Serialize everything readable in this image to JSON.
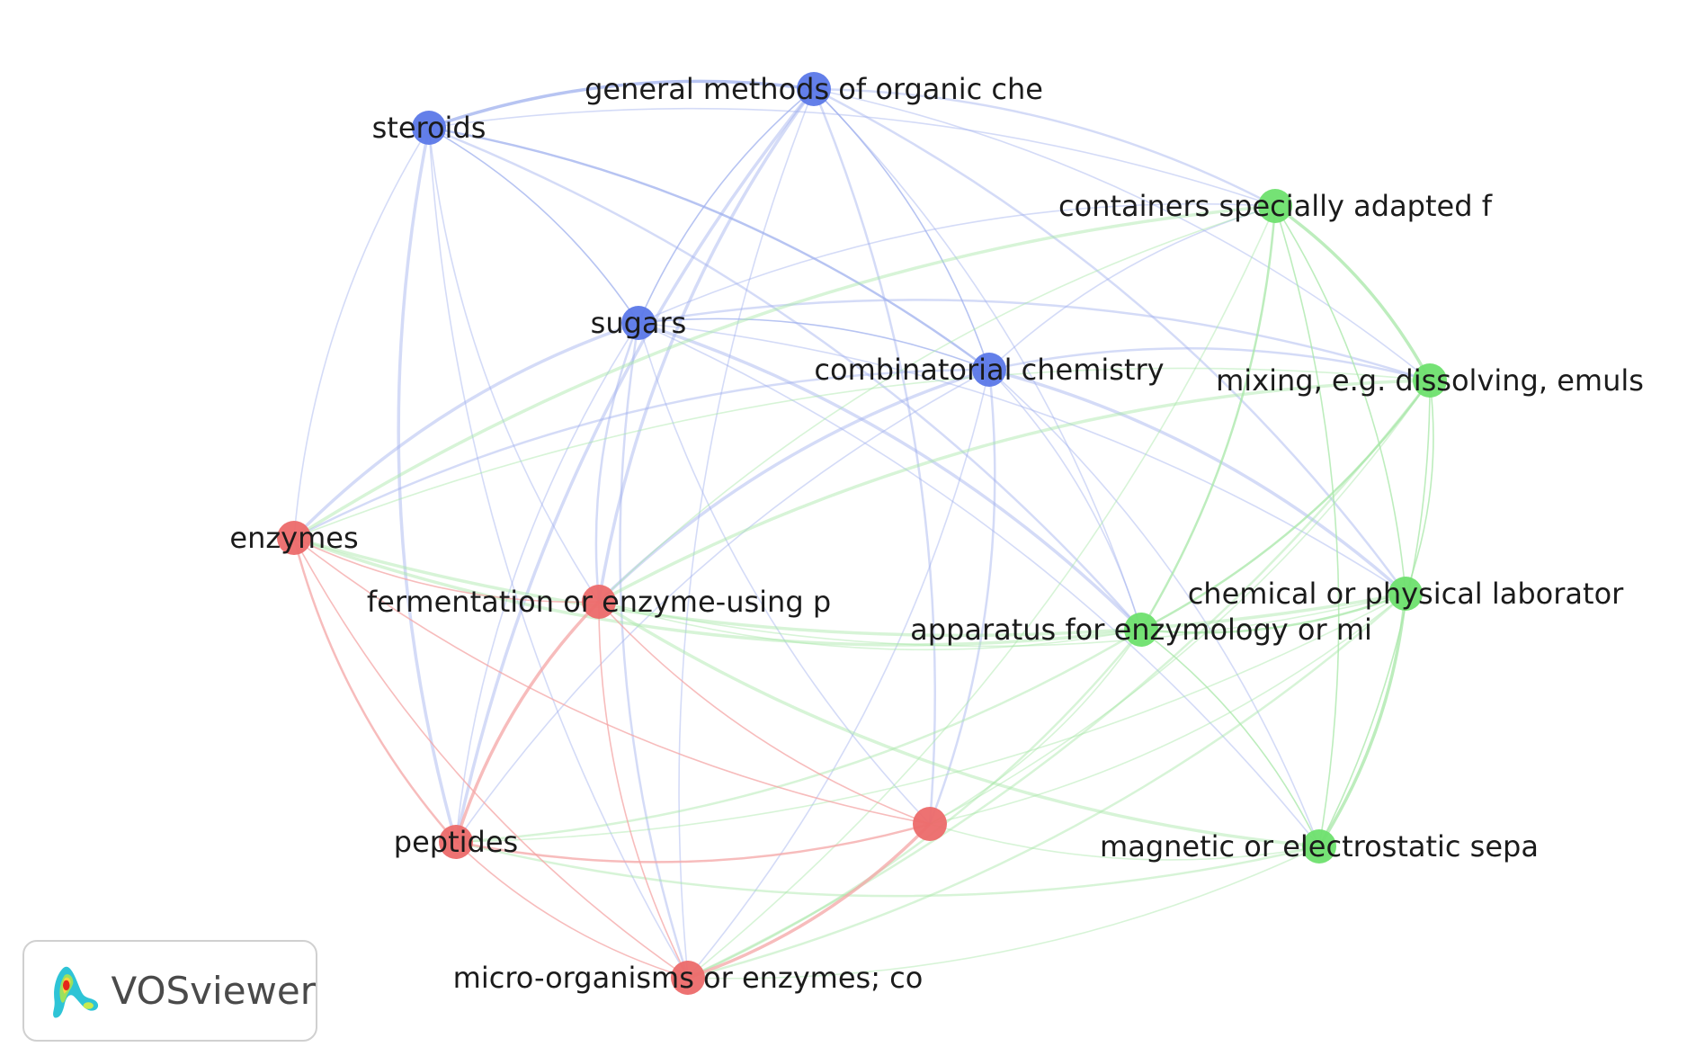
{
  "app": {
    "logo_text": "VOSviewer"
  },
  "clusters": {
    "blue": {
      "color": "#5b78e8",
      "edge": "#9fb0ee"
    },
    "red": {
      "color": "#ec6a6a",
      "edge": "#f4a6a6"
    },
    "green": {
      "color": "#6ee06e",
      "edge": "#a7e7a7"
    }
  },
  "nodes": [
    {
      "id": "general-methods",
      "label": "general methods of organic che",
      "cluster": "blue"
    },
    {
      "id": "steroids",
      "label": "steroids",
      "cluster": "blue"
    },
    {
      "id": "sugars",
      "label": "sugars",
      "cluster": "blue"
    },
    {
      "id": "combinatorial",
      "label": "combinatorial chemistry",
      "cluster": "blue"
    },
    {
      "id": "containers",
      "label": "containers specially adapted f",
      "cluster": "green"
    },
    {
      "id": "mixing",
      "label": "mixing, e.g. dissolving, emuls",
      "cluster": "green"
    },
    {
      "id": "chemical-lab",
      "label": "chemical or physical laborator",
      "cluster": "green"
    },
    {
      "id": "apparatus",
      "label": "apparatus for enzymology or mi",
      "cluster": "green"
    },
    {
      "id": "magnetic",
      "label": "magnetic or electrostatic sepa",
      "cluster": "green"
    },
    {
      "id": "enzymes",
      "label": "enzymes",
      "cluster": "red"
    },
    {
      "id": "fermentation",
      "label": "fermentation or enzyme-using p",
      "cluster": "red"
    },
    {
      "id": "peptides",
      "label": "peptides",
      "cluster": "red"
    },
    {
      "id": "unlabeled",
      "label": "",
      "cluster": "red"
    },
    {
      "id": "micro-organisms",
      "label": "micro-organisms or enzymes; co",
      "cluster": "red"
    }
  ],
  "edges": [
    [
      "general-methods",
      "steroids"
    ],
    [
      "general-methods",
      "sugars"
    ],
    [
      "general-methods",
      "combinatorial"
    ],
    [
      "general-methods",
      "containers"
    ],
    [
      "general-methods",
      "mixing"
    ],
    [
      "general-methods",
      "fermentation"
    ],
    [
      "general-methods",
      "unlabeled"
    ],
    [
      "general-methods",
      "micro-organisms"
    ],
    [
      "general-methods",
      "apparatus"
    ],
    [
      "general-methods",
      "chemical-lab"
    ],
    [
      "general-methods",
      "peptides"
    ],
    [
      "steroids",
      "sugars"
    ],
    [
      "steroids",
      "combinatorial"
    ],
    [
      "steroids",
      "enzymes"
    ],
    [
      "steroids",
      "fermentation"
    ],
    [
      "steroids",
      "peptides"
    ],
    [
      "steroids",
      "micro-organisms"
    ],
    [
      "steroids",
      "containers"
    ],
    [
      "steroids",
      "apparatus"
    ],
    [
      "sugars",
      "combinatorial"
    ],
    [
      "sugars",
      "enzymes"
    ],
    [
      "sugars",
      "fermentation"
    ],
    [
      "sugars",
      "peptides"
    ],
    [
      "sugars",
      "unlabeled"
    ],
    [
      "sugars",
      "micro-organisms"
    ],
    [
      "sugars",
      "apparatus"
    ],
    [
      "sugars",
      "chemical-lab"
    ],
    [
      "sugars",
      "mixing"
    ],
    [
      "sugars",
      "containers"
    ],
    [
      "sugars",
      "magnetic"
    ],
    [
      "combinatorial",
      "fermentation"
    ],
    [
      "combinatorial",
      "peptides"
    ],
    [
      "combinatorial",
      "micro-organisms"
    ],
    [
      "combinatorial",
      "unlabeled"
    ],
    [
      "combinatorial",
      "apparatus"
    ],
    [
      "combinatorial",
      "chemical-lab"
    ],
    [
      "combinatorial",
      "mixing"
    ],
    [
      "combinatorial",
      "containers"
    ],
    [
      "combinatorial",
      "magnetic"
    ],
    [
      "combinatorial",
      "enzymes"
    ],
    [
      "containers",
      "mixing"
    ],
    [
      "containers",
      "chemical-lab"
    ],
    [
      "containers",
      "apparatus"
    ],
    [
      "containers",
      "magnetic"
    ],
    [
      "containers",
      "fermentation"
    ],
    [
      "containers",
      "enzymes"
    ],
    [
      "containers",
      "micro-organisms"
    ],
    [
      "mixing",
      "chemical-lab"
    ],
    [
      "mixing",
      "apparatus"
    ],
    [
      "mixing",
      "magnetic"
    ],
    [
      "mixing",
      "fermentation"
    ],
    [
      "mixing",
      "micro-organisms"
    ],
    [
      "mixing",
      "unlabeled"
    ],
    [
      "mixing",
      "enzymes"
    ],
    [
      "chemical-lab",
      "apparatus"
    ],
    [
      "chemical-lab",
      "magnetic"
    ],
    [
      "chemical-lab",
      "unlabeled"
    ],
    [
      "chemical-lab",
      "micro-organisms"
    ],
    [
      "chemical-lab",
      "fermentation"
    ],
    [
      "chemical-lab",
      "peptides"
    ],
    [
      "chemical-lab",
      "enzymes"
    ],
    [
      "apparatus",
      "magnetic"
    ],
    [
      "apparatus",
      "unlabeled"
    ],
    [
      "apparatus",
      "micro-organisms"
    ],
    [
      "apparatus",
      "fermentation"
    ],
    [
      "apparatus",
      "enzymes"
    ],
    [
      "apparatus",
      "peptides"
    ],
    [
      "magnetic",
      "unlabeled"
    ],
    [
      "magnetic",
      "micro-organisms"
    ],
    [
      "magnetic",
      "peptides"
    ],
    [
      "magnetic",
      "fermentation"
    ],
    [
      "enzymes",
      "fermentation"
    ],
    [
      "enzymes",
      "peptides"
    ],
    [
      "enzymes",
      "unlabeled"
    ],
    [
      "enzymes",
      "micro-organisms"
    ],
    [
      "fermentation",
      "peptides"
    ],
    [
      "fermentation",
      "unlabeled"
    ],
    [
      "fermentation",
      "micro-organisms"
    ],
    [
      "peptides",
      "unlabeled"
    ],
    [
      "peptides",
      "micro-organisms"
    ],
    [
      "unlabeled",
      "micro-organisms"
    ]
  ]
}
